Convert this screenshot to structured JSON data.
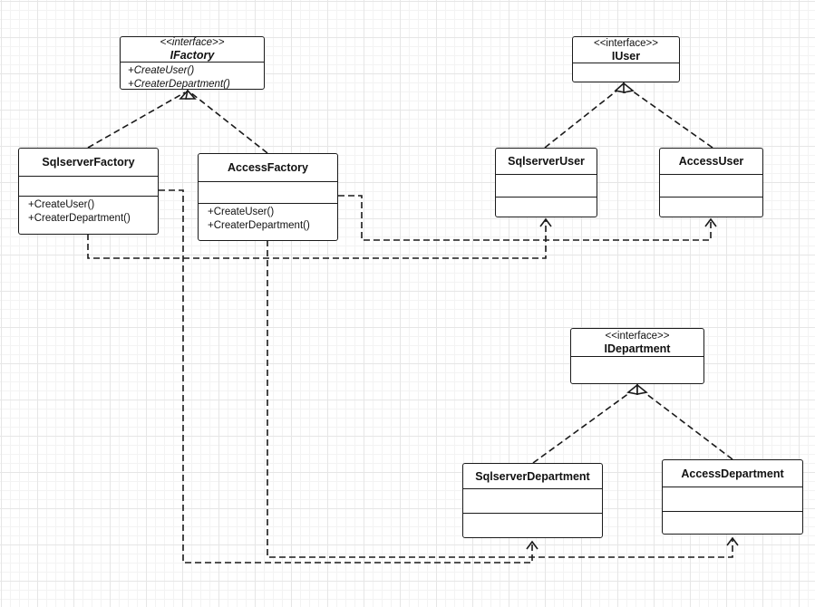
{
  "classes": {
    "ifactory": {
      "stereotype": "<<interface>>",
      "name": "IFactory",
      "operations": [
        "+CreateUser()",
        "+CreaterDepartment()"
      ]
    },
    "iuser": {
      "stereotype": "<<interface>>",
      "name": "IUser"
    },
    "sqlserver_factory": {
      "name": "SqlserverFactory",
      "operations": [
        "+CreateUser()",
        "+CreaterDepartment()"
      ]
    },
    "access_factory": {
      "name": "AccessFactory",
      "operations": [
        "+CreateUser()",
        "+CreaterDepartment()"
      ]
    },
    "sqlserver_user": {
      "name": "SqlserverUser"
    },
    "access_user": {
      "name": "AccessUser"
    },
    "idepartment": {
      "stereotype": "<<interface>>",
      "name": "IDepartment"
    },
    "sqlserver_department": {
      "name": "SqlserverDepartment"
    },
    "access_department": {
      "name": "AccessDepartment"
    }
  },
  "relationships": [
    {
      "type": "realization",
      "from": "SqlserverFactory",
      "to": "IFactory"
    },
    {
      "type": "realization",
      "from": "AccessFactory",
      "to": "IFactory"
    },
    {
      "type": "realization",
      "from": "SqlserverUser",
      "to": "IUser"
    },
    {
      "type": "realization",
      "from": "AccessUser",
      "to": "IUser"
    },
    {
      "type": "realization",
      "from": "SqlserverDepartment",
      "to": "IDepartment"
    },
    {
      "type": "realization",
      "from": "AccessDepartment",
      "to": "IDepartment"
    },
    {
      "type": "dependency",
      "from": "SqlserverFactory",
      "to": "SqlserverUser"
    },
    {
      "type": "dependency",
      "from": "AccessFactory",
      "to": "AccessUser"
    },
    {
      "type": "dependency",
      "from": "SqlserverFactory",
      "to": "SqlserverDepartment"
    },
    {
      "type": "dependency",
      "from": "AccessFactory",
      "to": "AccessDepartment"
    }
  ]
}
